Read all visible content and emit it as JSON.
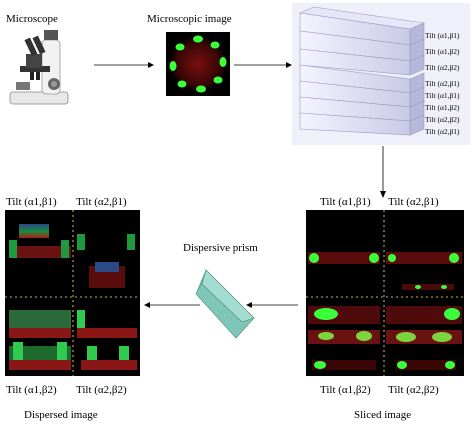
{
  "labels": {
    "microscope": "Microscope",
    "microscopic_image": "Microscopic image",
    "dispersive_prism": "Dispersive prism",
    "dispersed_image": "Dispersed image",
    "sliced_image": "Sliced image"
  },
  "slicer_tilts": [
    "Tilt (α1,β1)",
    "Tilt (α1,β2)",
    "Tilt (α2,β2)",
    "Tilt (α2,β1)",
    "Tilt (α1,β1)",
    "Tilt (α1,β2)",
    "Tilt (α2,β2)",
    "Tilt (α2,β1)"
  ],
  "dispersed_tilts": {
    "top_left": "Tilt (α1,β1)",
    "top_right": "Tilt (α2,β1)",
    "bottom_left": "Tilt (α1,β2)",
    "bottom_right": "Tilt (α2,β2)"
  },
  "sliced_tilts": {
    "top_left": "Tilt (α1,β1)",
    "top_right": "Tilt (α2,β1)",
    "bottom_left": "Tilt (α1,β2)",
    "bottom_right": "Tilt (α2,β2)"
  },
  "colors": {
    "prism": "#7fc5b8",
    "slicer": "#dcdcf0",
    "green": "#3cff3c",
    "red": "#b01818",
    "grid": "#ffff66"
  }
}
